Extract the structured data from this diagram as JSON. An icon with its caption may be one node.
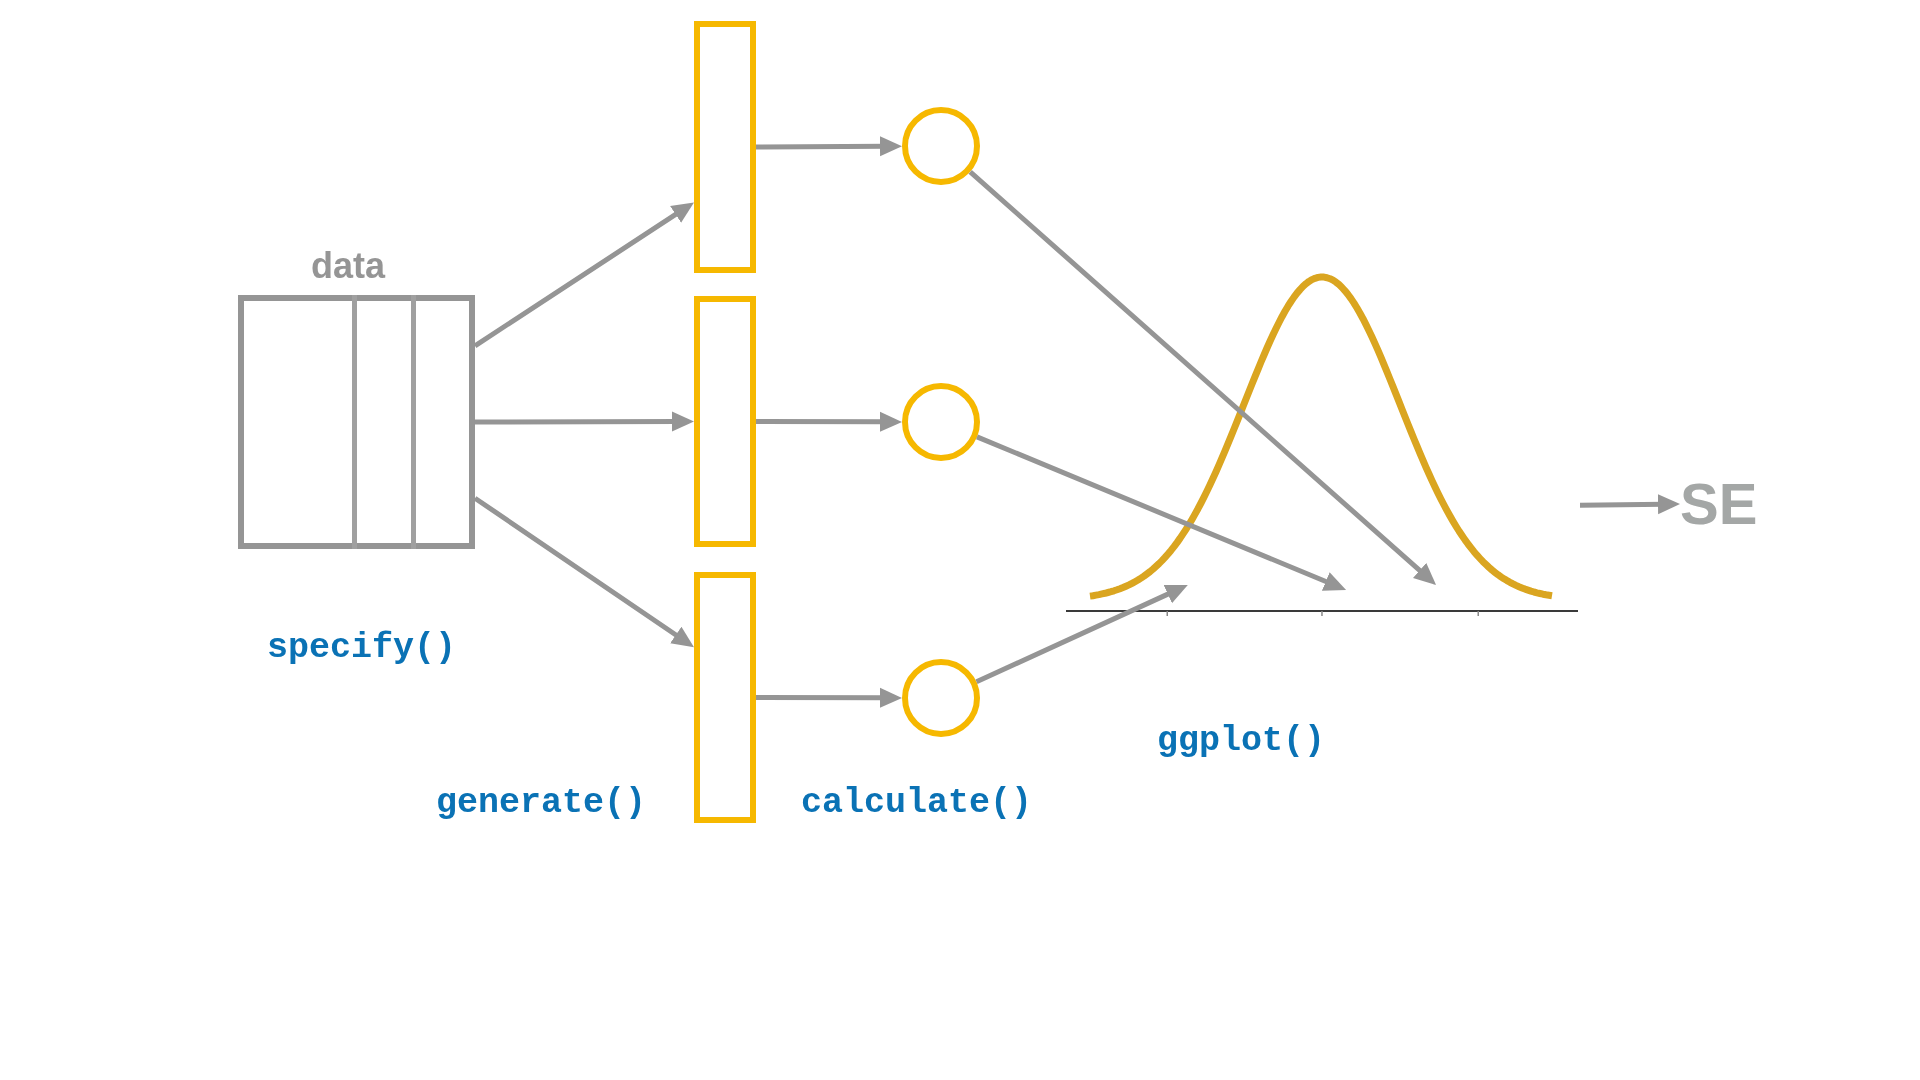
{
  "diagram": {
    "nodes": [
      {
        "text": [
          "data"
        ]
      },
      {
        "text": [],
        "shape": "box"
      },
      {
        "text": [],
        "shape": "box"
      },
      {
        "text": [],
        "shape": "box"
      },
      {
        "text": [],
        "shape": "circle"
      },
      {
        "text": [],
        "shape": "circle"
      },
      {
        "text": [],
        "shape": "circle"
      },
      {
        "text": [],
        "shape": "picture"
      },
      {
        "text": [
          "SE"
        ]
      }
    ],
    "edges": [
      {
        "from": 0,
        "to": 1,
        "arrow": "to"
      },
      {
        "from": 0,
        "to": 2,
        "arrow": "to"
      },
      {
        "from": 0,
        "to": 3,
        "arrow": "to"
      },
      {
        "from": 1,
        "to": 4,
        "arrow": "to"
      },
      {
        "from": 2,
        "to": 5,
        "arrow": "to"
      },
      {
        "from": 3,
        "to": 6,
        "arrow": "to"
      },
      {
        "from": 4,
        "to": 7,
        "arrow": "to"
      },
      {
        "from": 5,
        "to": 7,
        "arrow": "to"
      },
      {
        "from": 6,
        "to": 7,
        "arrow": "to"
      },
      {
        "from": 7,
        "to": 8,
        "arrow": "to"
      }
    ],
    "labels": [
      "specify()",
      "generate()",
      "calculate()",
      "ggplot()"
    ]
  }
}
